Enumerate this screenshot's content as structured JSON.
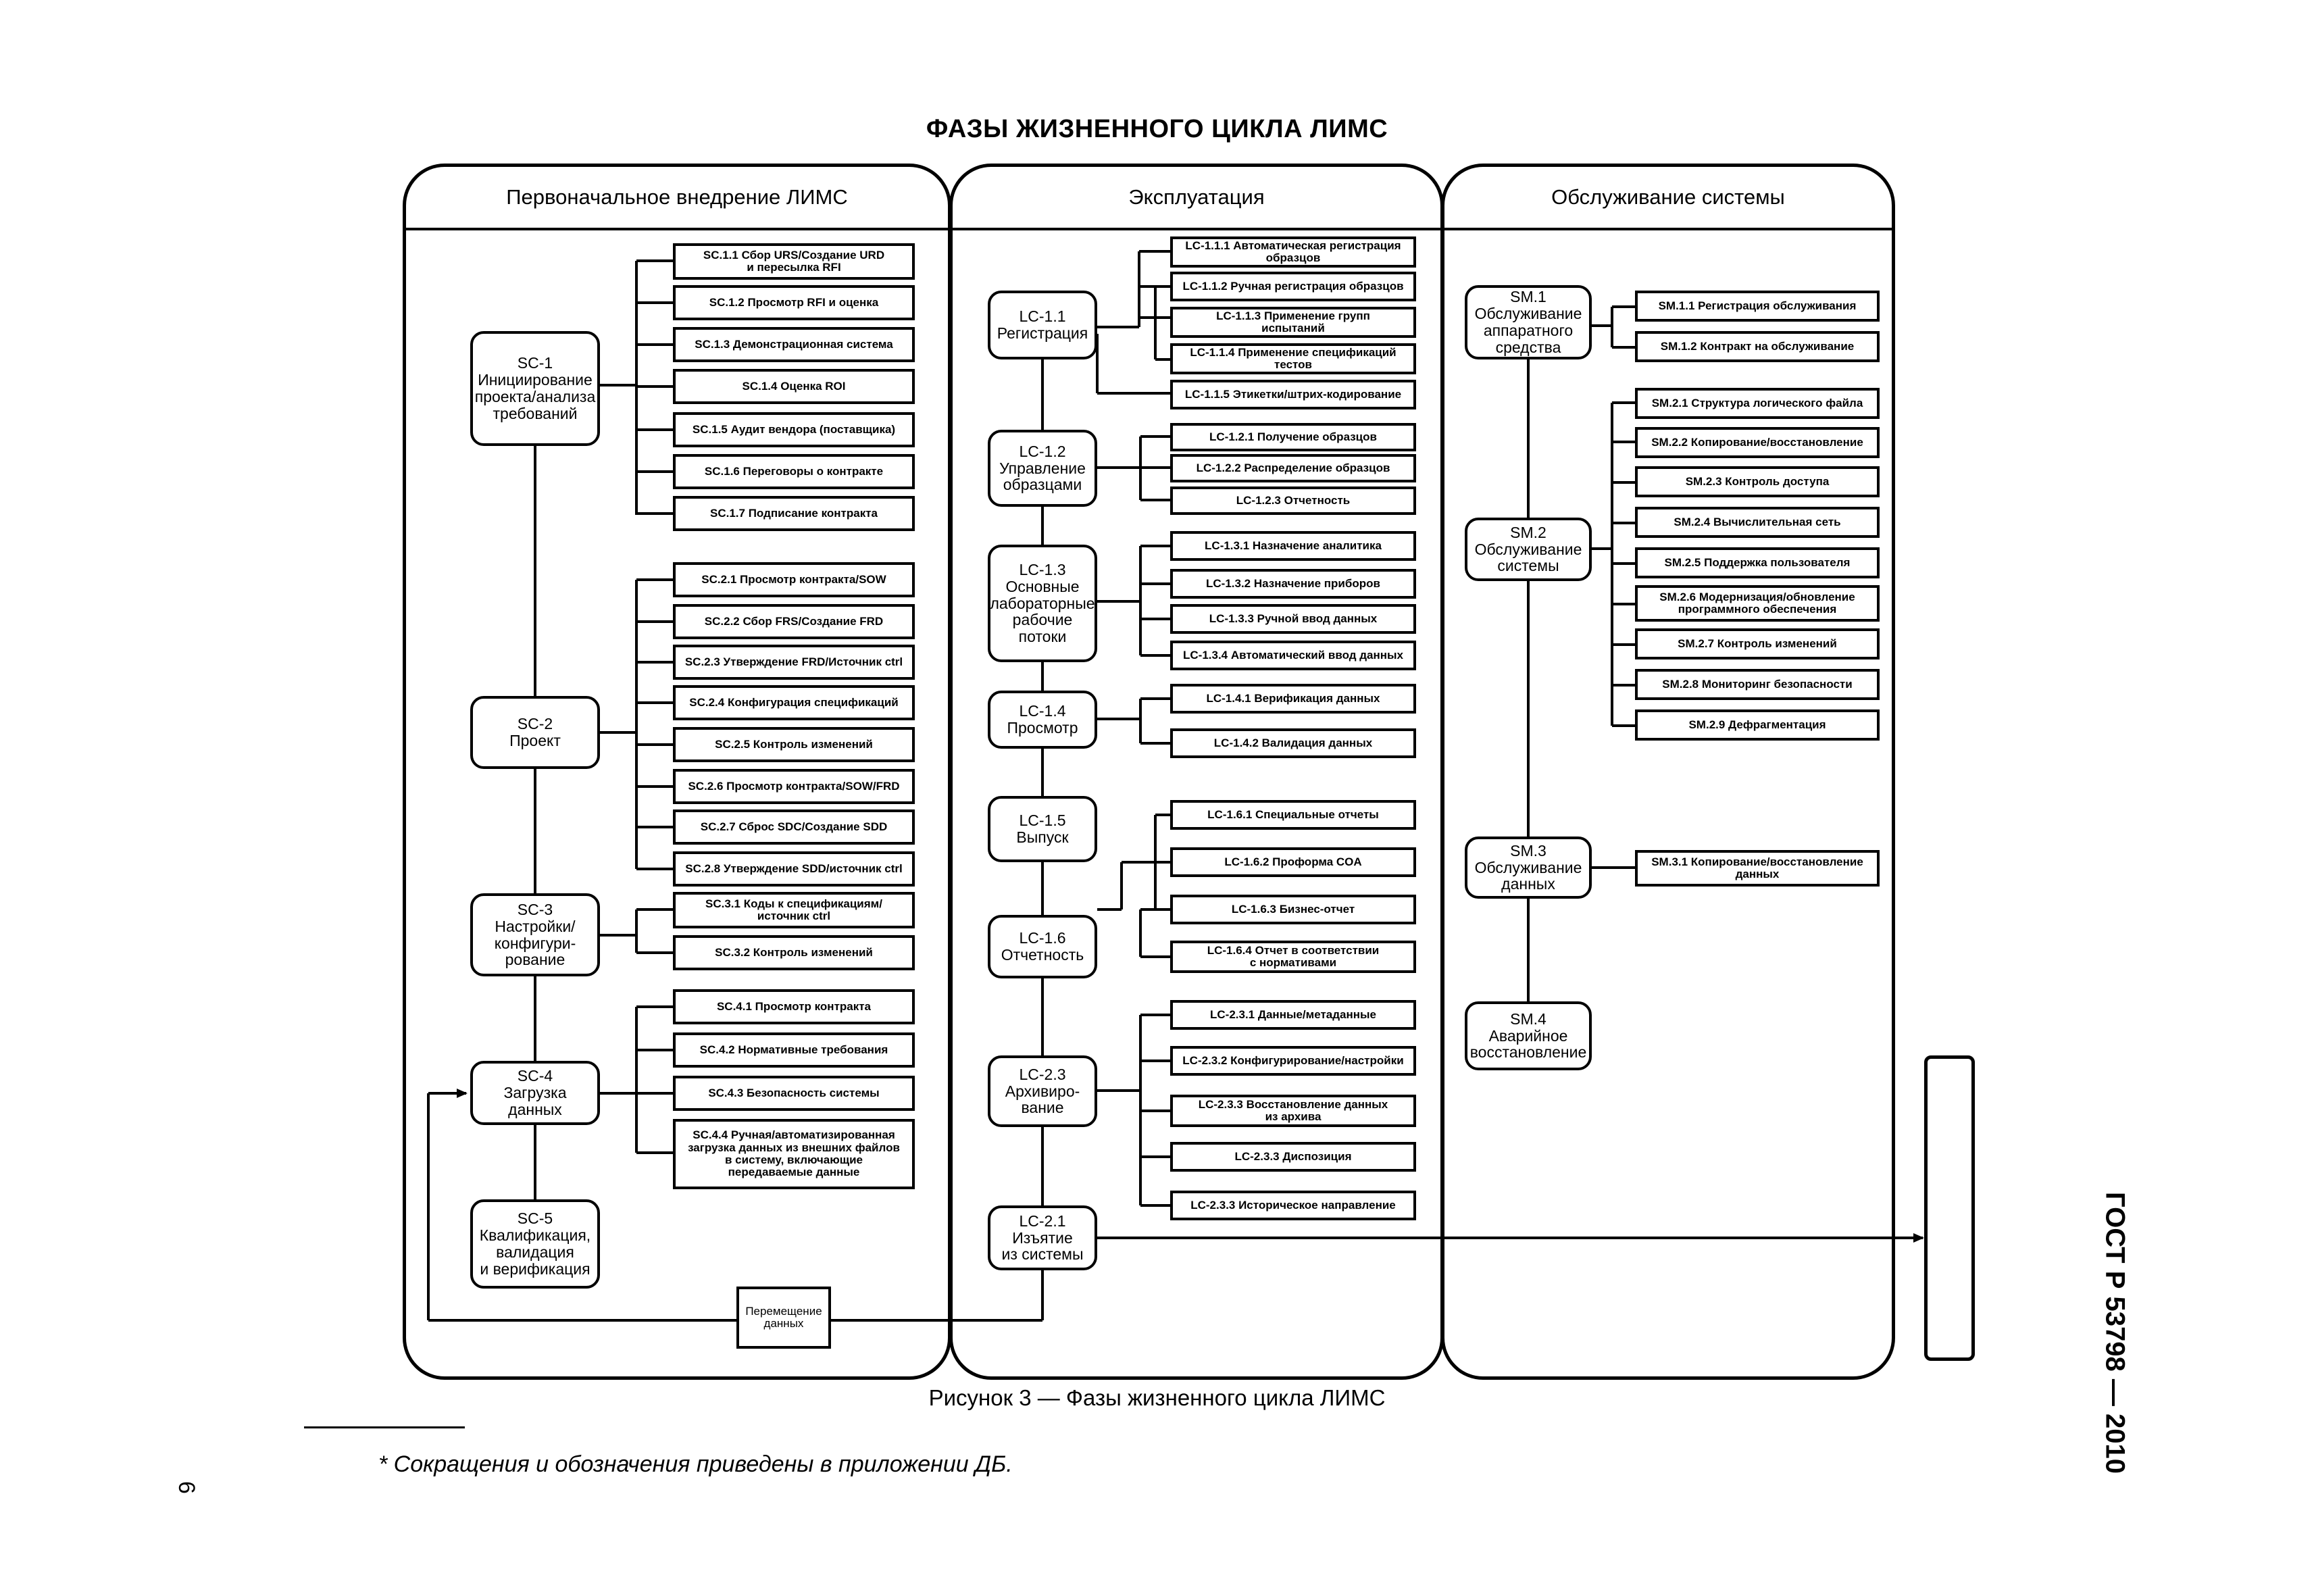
{
  "title": "ФАЗЫ ЖИЗНЕННОГО ЦИКЛА ЛИМС",
  "panels": {
    "initial": "Первоначальное внедрение ЛИМС",
    "operation": "Эксплуатация",
    "maintenance": "Обслуживание системы"
  },
  "sc": {
    "sc1": "SC-1\nИнициирование\nпроекта/анализа\nтребований",
    "sc2": "SC-2\nПроект",
    "sc3": "SC-3\nНастройки/\nконфигури-\nрование",
    "sc4": "SC-4\nЗагрузка\nданных",
    "sc5": "SC-5\nКвалификация,\nвалидация\nи верификация",
    "sc1_items": [
      "SC.1.1 Сбор URS/Создание URD\nи пересылка RFI",
      "SC.1.2 Просмотр RFI и оценка",
      "SC.1.3 Демонстрационная система",
      "SC.1.4 Оценка ROI",
      "SC.1.5 Аудит вендора (поставщика)",
      "SC.1.6 Переговоры о контракте",
      "SC.1.7 Подписание контракта"
    ],
    "sc2_items": [
      "SC.2.1 Просмотр контракта/SOW",
      "SC.2.2 Сбор FRS/Создание FRD",
      "SC.2.3 Утверждение FRD/Источник ctrl",
      "SC.2.4 Конфигурация спецификаций",
      "SC.2.5 Контроль изменений",
      "SC.2.6 Просмотр контракта/SOW/FRD",
      "SC.2.7 Сброс SDC/Создание SDD",
      "SC.2.8 Утверждение SDD/источник ctrl"
    ],
    "sc3_items": [
      "SC.3.1 Коды к спецификациям/\nисточник ctrl",
      "SC.3.2 Контроль изменений"
    ],
    "sc4_items": [
      "SC.4.1 Просмотр контракта",
      "SC.4.2 Нормативные требования",
      "SC.4.3 Безопасность системы",
      "SC.4.4 Ручная/автоматизированная\nзагрузка данных из внешних файлов\nв систему, включающие\nпередаваемые данные"
    ],
    "transfer": "Перемещение\nданных"
  },
  "lc": {
    "lc11": "LC-1.1\nРегистрация",
    "lc12": "LC-1.2\nУправление\nобразцами",
    "lc13": "LC-1.3\nОсновные\nлабораторные\nрабочие\nпотоки",
    "lc14": "LC-1.4\nПросмотр",
    "lc15": "LC-1.5\nВыпуск",
    "lc16": "LC-1.6\nОтчетность",
    "lc23": "LC-2.3\nАрхивиро-\nвание",
    "lc21": "LC-2.1\nИзъятие\nиз системы",
    "lc11_items": [
      "LC-1.1.1 Автоматическая регистрация\nобразцов",
      "LC-1.1.2 Ручная регистрация образцов",
      "LC-1.1.3 Применение групп\nиспытаний",
      "LC-1.1.4 Применение спецификаций\nтестов",
      "LC-1.1.5 Этикетки/штрих-кодирование"
    ],
    "lc12_items": [
      "LC-1.2.1 Получение образцов",
      "LC-1.2.2 Распределение образцов",
      "LC-1.2.3 Отчетность"
    ],
    "lc13_items": [
      "LC-1.3.1 Назначение аналитика",
      "LC-1.3.2 Назначение приборов",
      "LC-1.3.3 Ручной ввод данных",
      "LC-1.3.4 Автоматический ввод данных"
    ],
    "lc14_items": [
      "LC-1.4.1 Верификация данных",
      "LC-1.4.2 Валидация данных"
    ],
    "lc16_items": [
      "LC-1.6.1 Специальные отчеты",
      "LC-1.6.2 Проформа COA",
      "LC-1.6.3 Бизнес-отчет",
      "LC-1.6.4 Отчет в соответствии\nс нормативами"
    ],
    "lc23_items": [
      "LC-2.3.1 Данные/метаданные",
      "LC-2.3.2 Конфигурирование/настройки",
      "LC-2.3.3 Восстановление данных\nиз архива",
      "LC-2.3.3 Диспозиция",
      "LC-2.3.3 Историческое направление"
    ]
  },
  "sm": {
    "sm1": "SM.1\nОбслуживание\nаппаратного\nсредства",
    "sm2": "SM.2\nОбслуживание\nсистемы",
    "sm3": "SM.3\nОбслуживание\nданных",
    "sm4": "SM.4\nАварийное\nвосстановление",
    "sm1_items": [
      "SM.1.1 Регистрация обслуживания",
      "SM.1.2 Контракт на обслуживание"
    ],
    "sm2_items": [
      "SM.2.1 Структура логического файла",
      "SM.2.2 Копирование/восстановление",
      "SM.2.3 Контроль доступа",
      "SM.2.4 Вычислительная сеть",
      "SM.2.5 Поддержка пользователя",
      "SM.2.6 Модернизация/обновление\nпрограммного обеспечения",
      "SM.2.7 Контроль изменений",
      "SM.2.8 Мониторинг безопасности",
      "SM.2.9 Дефрагментация"
    ],
    "sm3_items": [
      "SM.3.1 Копирование/восстановление\nданных"
    ]
  },
  "caption": "Рисунок 3 — Фазы жизненного цикла ЛИМС",
  "footnote": "* Сокращения и обозначения приведены в приложении ДБ.",
  "page_number": "6",
  "standard": "ГОСТ Р 53798 — 2010"
}
